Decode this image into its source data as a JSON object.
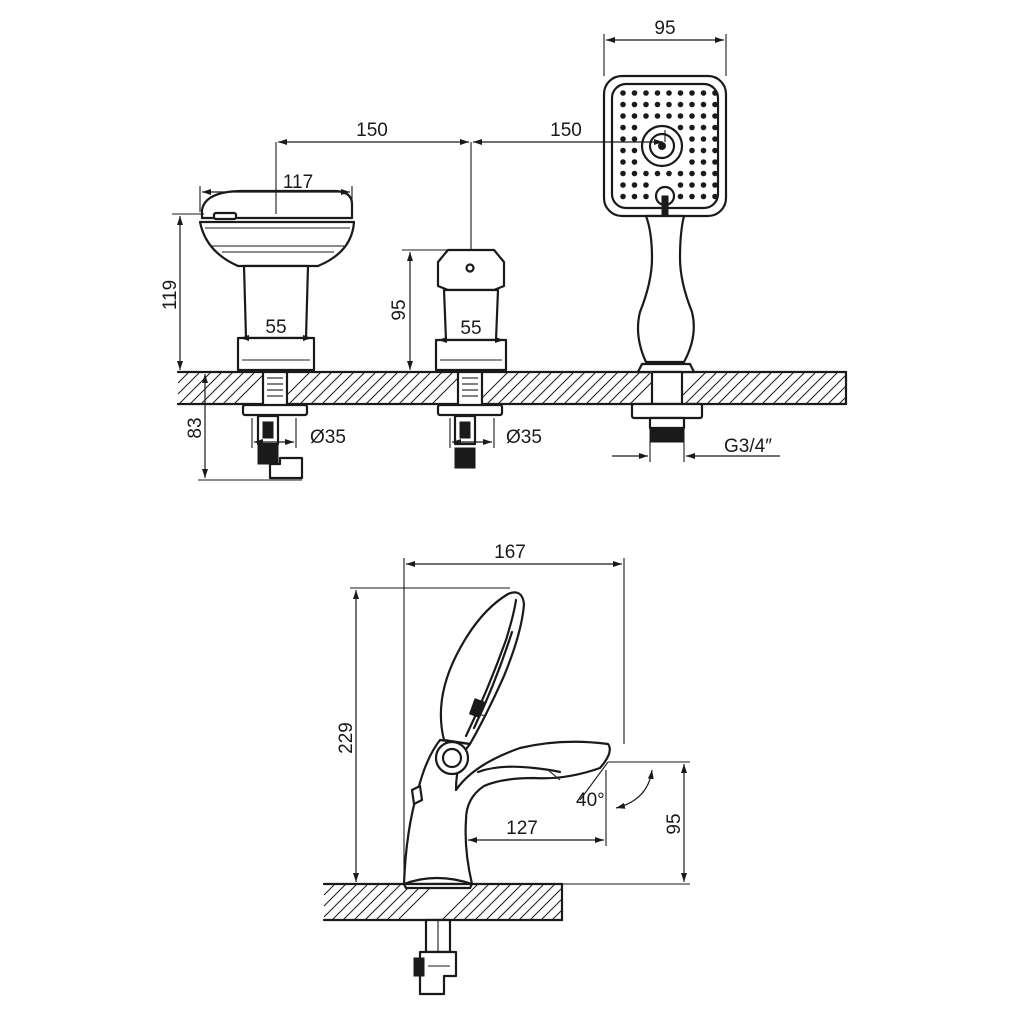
{
  "dimensions": {
    "spacing_left": "150",
    "spacing_right": "150",
    "spout_width": "117",
    "spout_height": "119",
    "handle_height": "95",
    "base_left": "55",
    "base_mid": "55",
    "depth_below": "83",
    "dia_left": "Ø35",
    "dia_mid": "Ø35",
    "hose_thread": "G3/4″",
    "head_width": "95",
    "side_length": "167",
    "side_height": "229",
    "side_reach": "127",
    "side_outlet_height": "95",
    "angle": "40°"
  }
}
